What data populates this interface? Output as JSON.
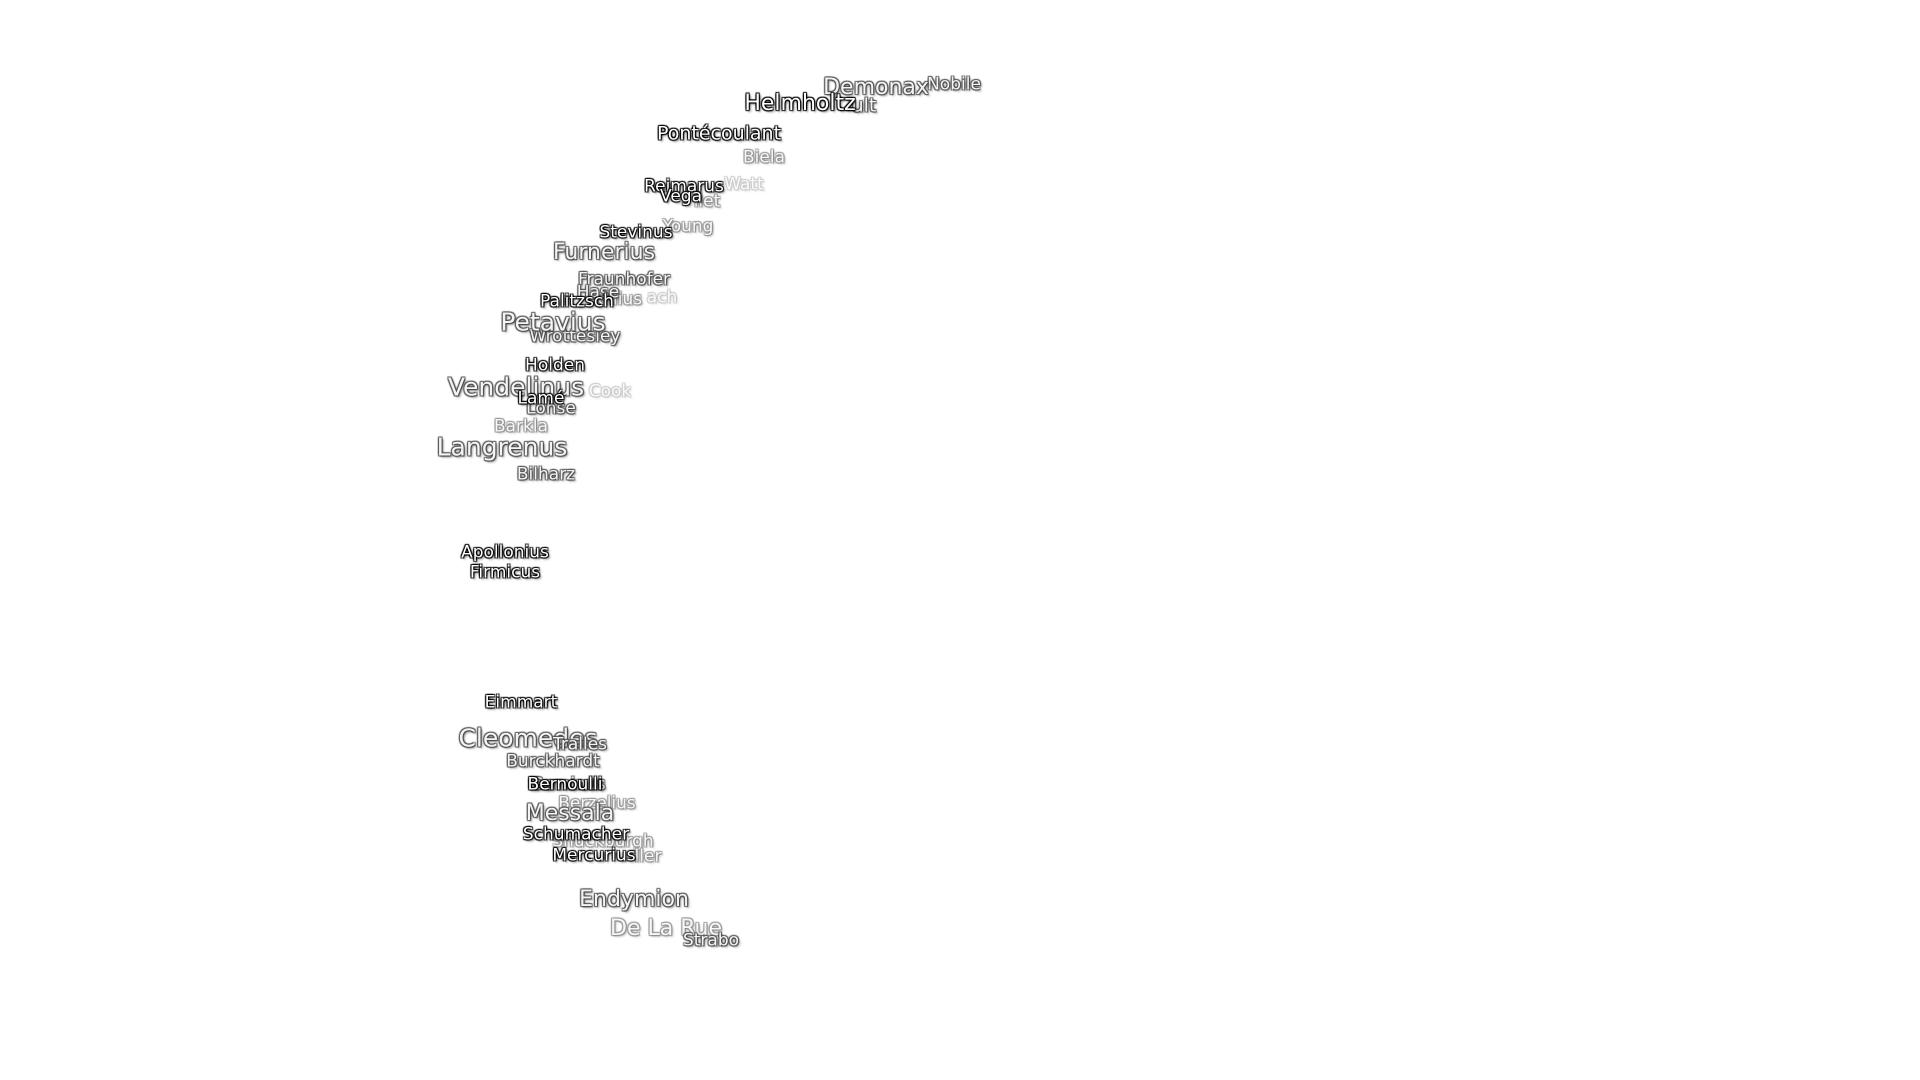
{
  "labels": [
    {
      "id": "demonax",
      "text": "Demonax"
    },
    {
      "id": "nobile",
      "text": "Nobile"
    },
    {
      "id": "helmholtz-shadow",
      "text": "ult"
    },
    {
      "id": "helmholtz",
      "text": "Helmholtz"
    },
    {
      "id": "pontecoulant",
      "text": "Pontécoulant"
    },
    {
      "id": "biela",
      "text": "Biela"
    },
    {
      "id": "watt",
      "text": "Watt"
    },
    {
      "id": "reimarus",
      "text": "Reimarus"
    },
    {
      "id": "vega",
      "text": "Vega"
    },
    {
      "id": "hagen-shadow",
      "text": "llet"
    },
    {
      "id": "young",
      "text": "Young"
    },
    {
      "id": "fraunhofer",
      "text": "Fraunhofer"
    },
    {
      "id": "furnerius",
      "text": "Furnerius"
    },
    {
      "id": "stevinus",
      "text": "Stevinus"
    },
    {
      "id": "snellius",
      "text": "ellius"
    },
    {
      "id": "ach",
      "text": "ach"
    },
    {
      "id": "hase",
      "text": "Hase"
    },
    {
      "id": "palitzsch",
      "text": "Palitzsch"
    },
    {
      "id": "petavius",
      "text": "Petavius"
    },
    {
      "id": "wrottesley",
      "text": "Wrottesley"
    },
    {
      "id": "holden",
      "text": "Holden"
    },
    {
      "id": "vendelinus",
      "text": "Vendelinus"
    },
    {
      "id": "lame",
      "text": "Lamé"
    },
    {
      "id": "cook",
      "text": "Cook"
    },
    {
      "id": "lohse",
      "text": "Lohse"
    },
    {
      "id": "barkla",
      "text": "Barkla"
    },
    {
      "id": "langrenus",
      "text": "Langrenus"
    },
    {
      "id": "bilharz",
      "text": "Bilharz"
    },
    {
      "id": "apollonius",
      "text": "Apollonius"
    },
    {
      "id": "firmicus",
      "text": "Firmicus"
    },
    {
      "id": "eimmart",
      "text": "Eimmart"
    },
    {
      "id": "cleomedes",
      "text": "Cleomedes"
    },
    {
      "id": "tralles",
      "text": "Tralles"
    },
    {
      "id": "burckhardt",
      "text": "Burckhardt"
    },
    {
      "id": "geminus",
      "text": "Geminus"
    },
    {
      "id": "bernoulli",
      "text": "Bernoulli"
    },
    {
      "id": "berzelius",
      "text": "Berzelius"
    },
    {
      "id": "messala",
      "text": "Messala"
    },
    {
      "id": "schumacher",
      "text": "Schumacher"
    },
    {
      "id": "shuckburgh",
      "text": "Shuckburgh"
    },
    {
      "id": "mercurius",
      "text": "Mercurius"
    },
    {
      "id": "hayn-shadow",
      "text": "ller"
    },
    {
      "id": "endymion",
      "text": "Endymion"
    },
    {
      "id": "de-la-rue",
      "text": "De La Rue"
    },
    {
      "id": "strabo",
      "text": "Strabo"
    }
  ]
}
